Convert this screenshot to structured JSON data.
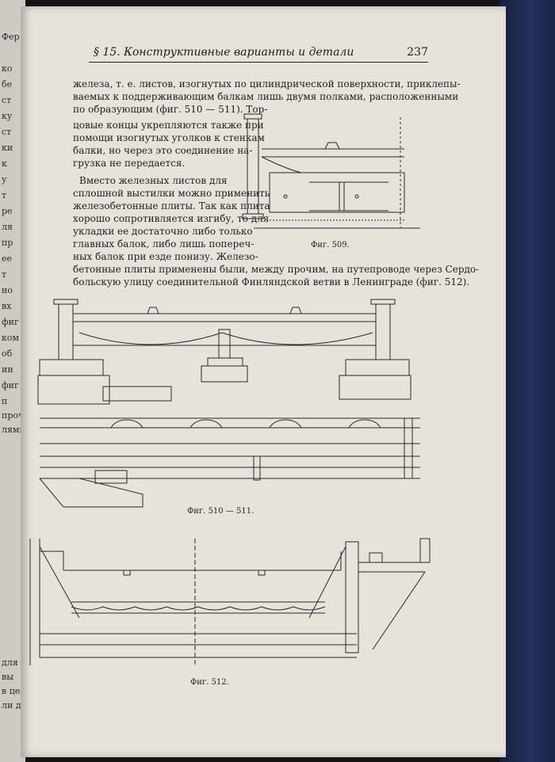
{
  "page": {
    "section_title": "§ 15. Конструктивные варианты и детали",
    "page_number": "237"
  },
  "text_lines": [
    "железа, т. е. листов, изогнутых по цилиндрической поверхности, приклепы-",
    "ваемых к поддерживающим балкам лишь двумя полками, расположенными",
    "по образующим (фиг. 510 — 511). Тор-",
    "цовые концы укрепляются также при",
    "помощи изогнутых уголков к стенкам",
    "балки, но через это соединение на-",
    "грузка не передается.",
    "Вместо железных листов для",
    "сплошной выстилки можно применить",
    "железобетонные плиты. Так как плита",
    "хорошо сопротивляется изгибу, то для",
    "укладки ее достаточно либо только",
    "главных балок, либо лишь попереч-",
    "ных балок при езде понизу. Железо-",
    "бетонные плиты применены были, между прочим, на путепроводе через Сердо-",
    "больскую улицу соединительной Финляндской ветви в Ленинграде (фиг. 512)."
  ],
  "figures": {
    "fig509": "Фиг. 509.",
    "fig510": "Фиг. 510 — 511.",
    "fig512": "Фиг. 512."
  },
  "left_page_fragments": [
    "Фер",
    "ко",
    "бе",
    "ст",
    "ку",
    "ст",
    "ки",
    "к",
    "у",
    "т",
    "ре",
    "ля",
    "пр",
    "ее",
    "т",
    "но",
    "вх",
    "фиг",
    "ком",
    "об",
    "ин",
    "фиг",
    "п",
    "проч",
    "лями П",
    "для",
    "вы",
    "в цел",
    "ли д"
  ]
}
